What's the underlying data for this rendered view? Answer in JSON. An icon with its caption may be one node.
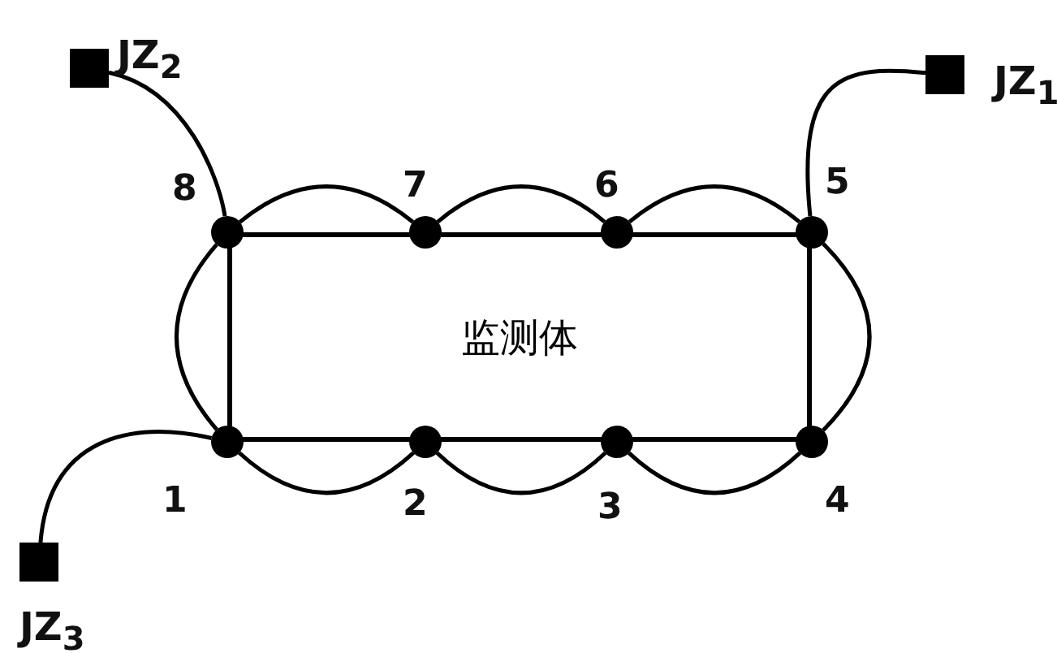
{
  "diagram": {
    "nodes": [
      {
        "text": [
          "监测体"
        ]
      },
      {
        "text": [],
        "shape": "circle",
        "beside": [
          "1"
        ]
      },
      {
        "text": [],
        "shape": "circle",
        "beside": [
          "2"
        ]
      },
      {
        "text": [],
        "shape": "circle",
        "beside": [
          "3"
        ]
      },
      {
        "text": [],
        "shape": "circle",
        "beside": [
          "4"
        ]
      },
      {
        "text": [],
        "shape": "circle",
        "beside": [
          "5"
        ]
      },
      {
        "text": [],
        "shape": "circle",
        "beside": [
          "6"
        ]
      },
      {
        "text": [],
        "shape": "circle",
        "beside": [
          "7"
        ]
      },
      {
        "text": [],
        "shape": "circle",
        "beside": [
          "8"
        ]
      },
      {
        "text": [],
        "shape": "box",
        "beside": [
          "JZ$_{1}$"
        ]
      },
      {
        "text": [],
        "shape": "box",
        "beside": [
          "JZ$_{2}$"
        ]
      },
      {
        "text": [],
        "shape": "box",
        "beside": [
          "JZ$_{3}$"
        ]
      }
    ],
    "edges": [
      {
        "from": 8,
        "to": 7,
        "arrow": "none"
      },
      {
        "from": 7,
        "to": 6,
        "arrow": "none"
      },
      {
        "from": 6,
        "to": 5,
        "arrow": "none"
      },
      {
        "from": 5,
        "to": 4,
        "arrow": "none"
      },
      {
        "from": 4,
        "to": 3,
        "arrow": "none"
      },
      {
        "from": 3,
        "to": 2,
        "arrow": "none"
      },
      {
        "from": 2,
        "to": 1,
        "arrow": "none"
      },
      {
        "from": 1,
        "to": 8,
        "arrow": "none"
      },
      {
        "from": 9,
        "to": 5,
        "arrow": "none"
      },
      {
        "from": 10,
        "to": 8,
        "arrow": "none"
      },
      {
        "from": 11,
        "to": 1,
        "arrow": "none"
      }
    ]
  }
}
